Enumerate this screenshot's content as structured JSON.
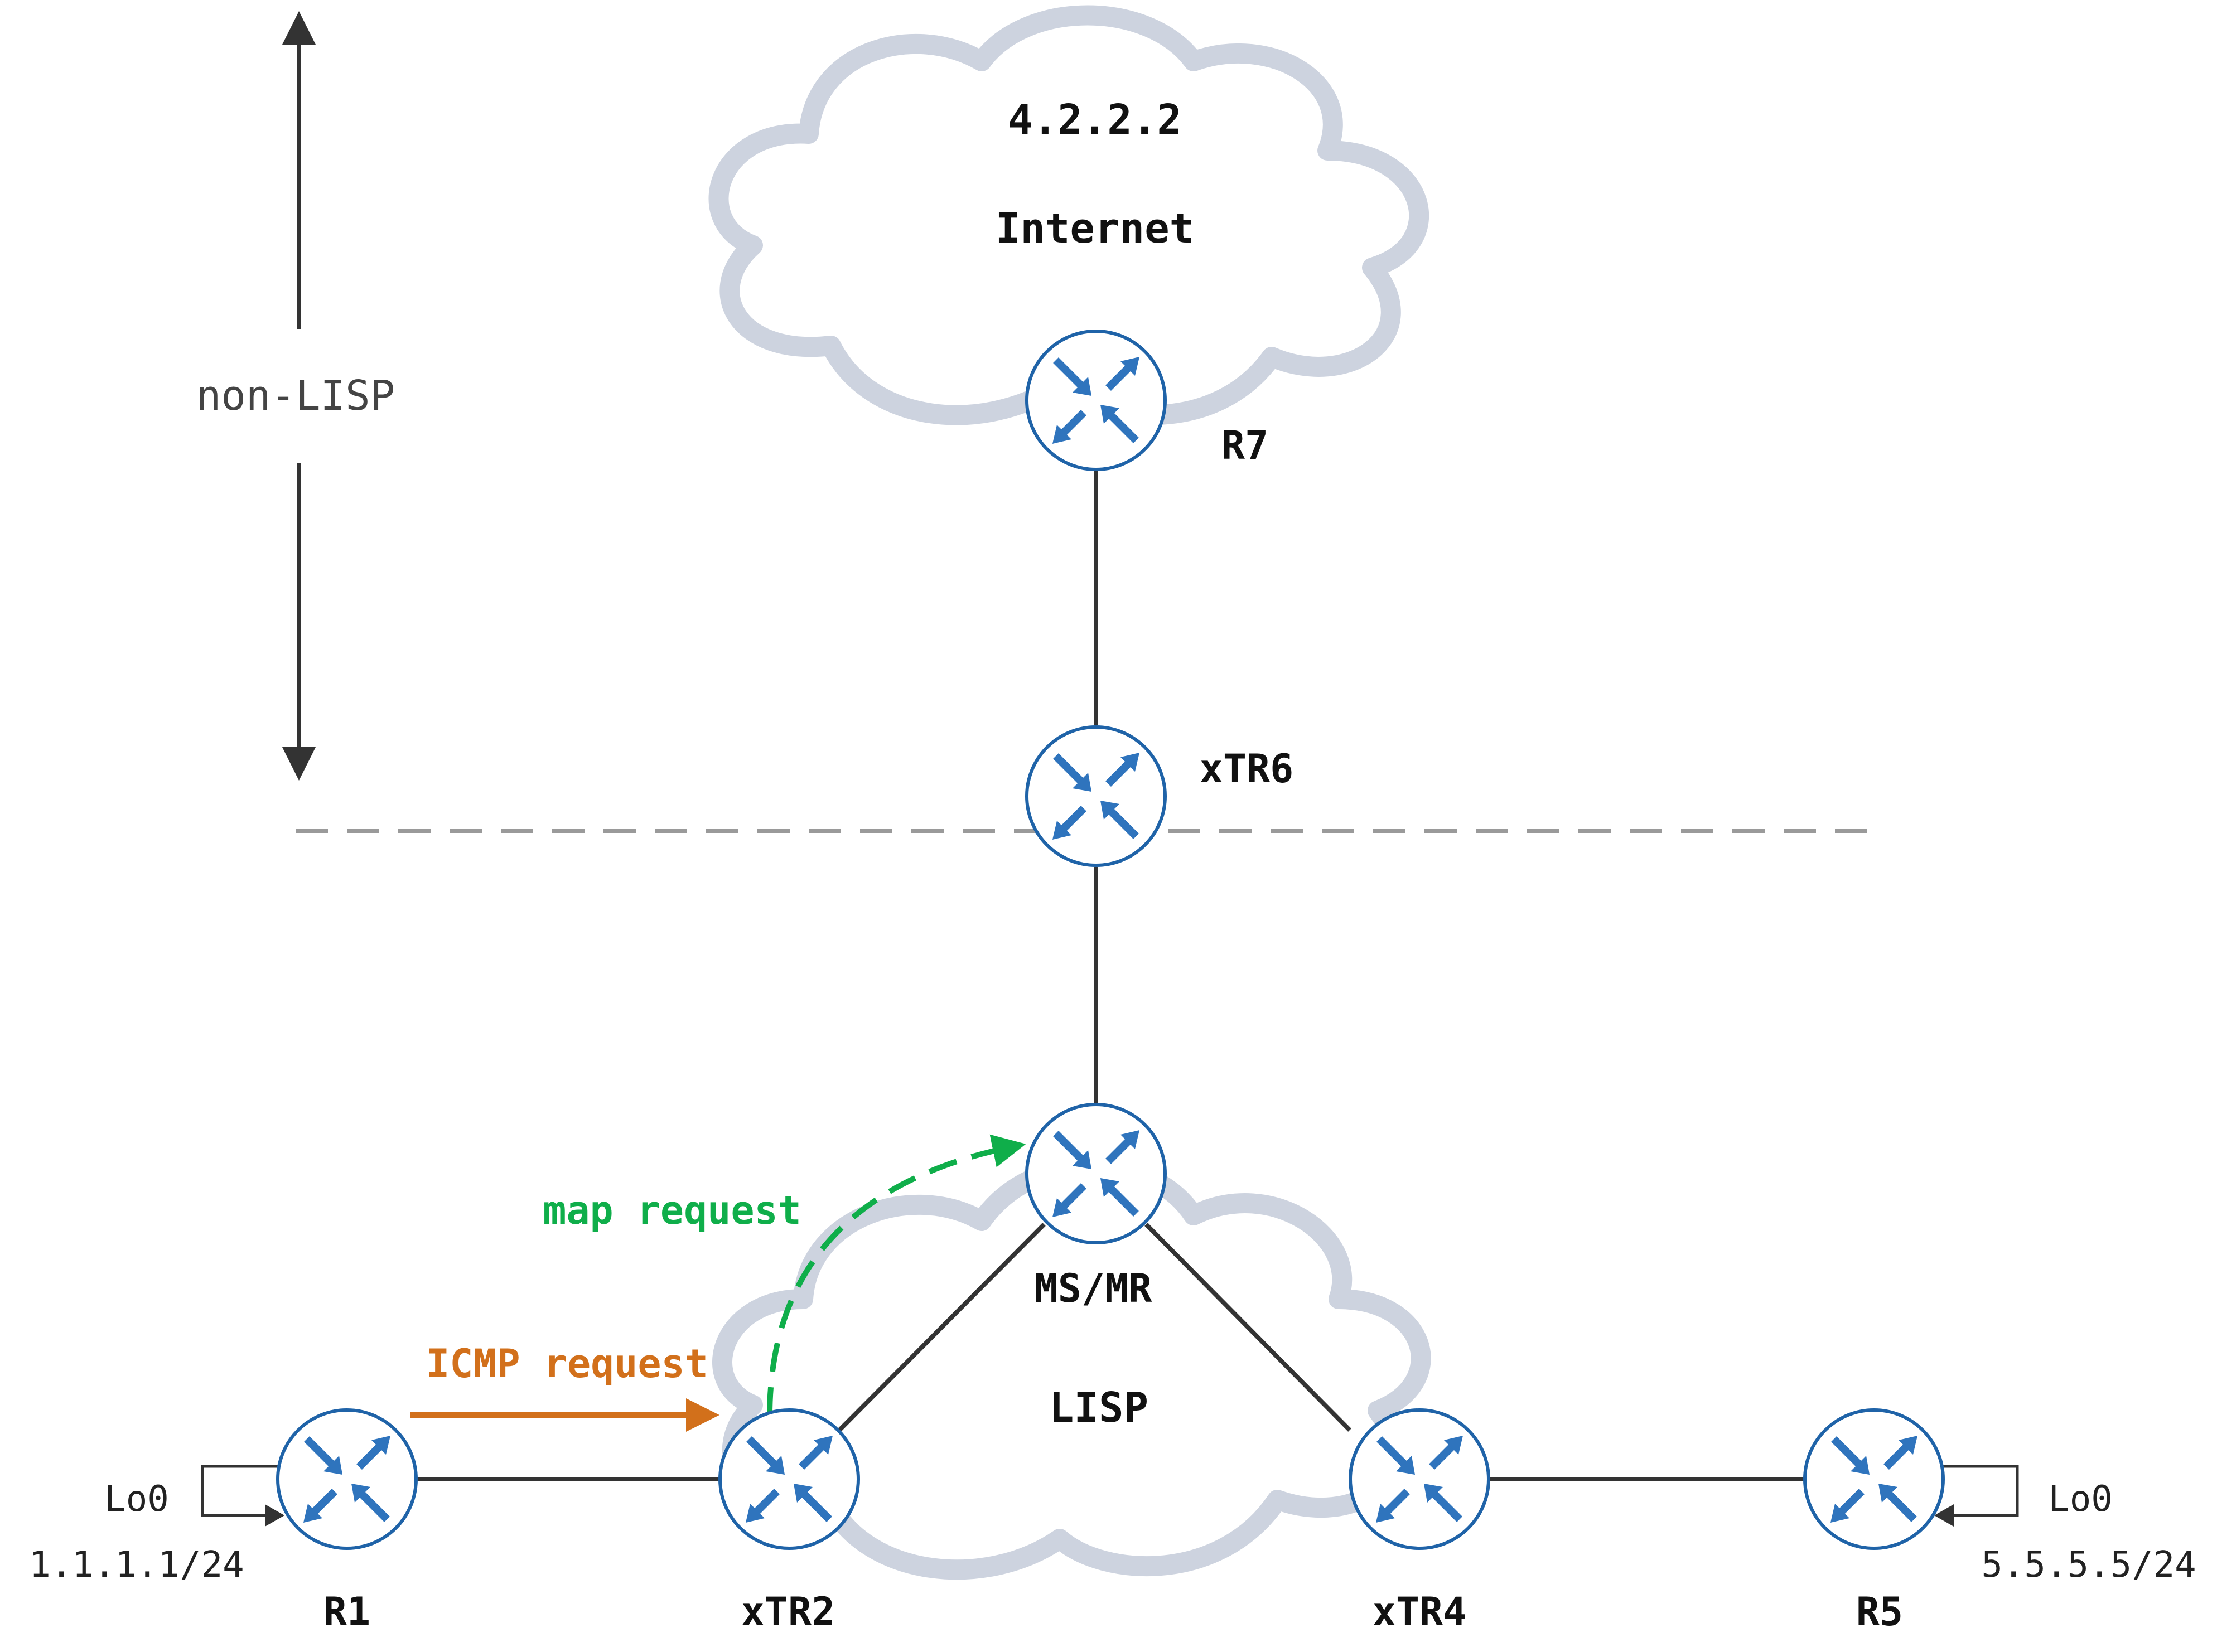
{
  "clouds": {
    "internet": {
      "ip": "4.2.2.2",
      "label": "Internet"
    },
    "lisp": {
      "label": "LISP"
    }
  },
  "routers": {
    "r7": "R7",
    "xtr6": "xTR6",
    "msmr": "MS/MR",
    "r1": "R1",
    "xtr2": "xTR2",
    "xtr4": "xTR4",
    "r5": "R5"
  },
  "loopbacks": {
    "r1": {
      "name": "Lo0",
      "address": "1.1.1.1/24"
    },
    "r5": {
      "name": "Lo0",
      "address": "5.5.5.5/24"
    }
  },
  "annotations": {
    "non_lisp": "non-LISP",
    "map_request": "map request",
    "icmp_request": "ICMP request"
  },
  "colors": {
    "cloud": "#cdd3df",
    "router_fill": "#ffffff",
    "router_border": "#1f63a8",
    "router_arrow": "#2f74bd",
    "link": "#333333",
    "boundary": "#9a9a9a",
    "map_request": "#0fae4a",
    "icmp_request": "#d2701b"
  }
}
